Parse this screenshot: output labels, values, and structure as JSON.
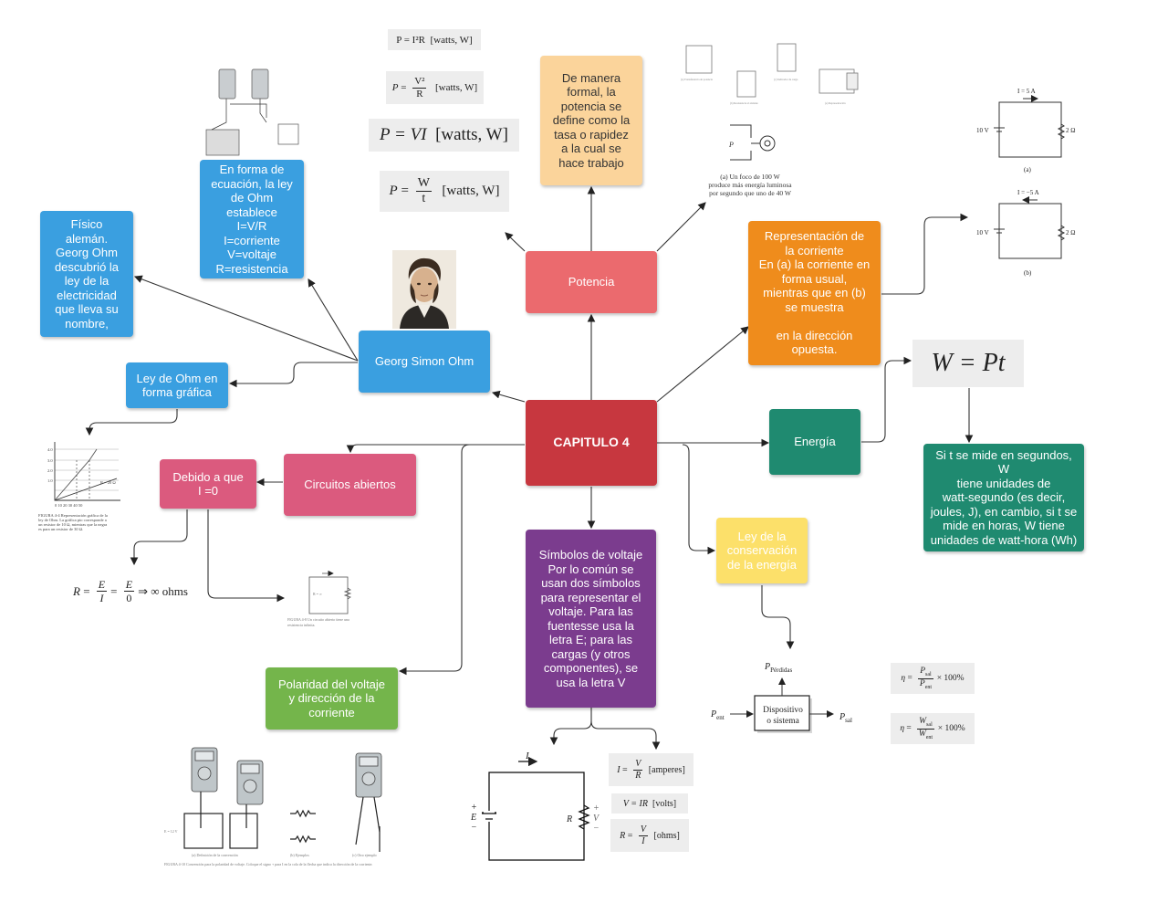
{
  "central": "CAPITULO 4",
  "nodes": {
    "potencia": "Potencia",
    "potencia_def": "De manera\nformal, la\npotencia se\ndefine como la\ntasa o rapidez\na la cual se\nhace trabajo",
    "ohm": "Georg Simon Ohm",
    "ohm_eq": "En forma de\necuación, la ley\nde Ohm\nestablece\nI=V/R\nI=corriente\nV=voltaje\nR=resistencia",
    "ohm_bio": "Físico\nalemán.\nGeorg Ohm\ndescubrió la\nley de la\nelectricidad\nque lleva su\nnombre,",
    "ohm_graph": "Ley de Ohm en\nforma gráfica",
    "circuitos": "Circuitos abiertos",
    "debido": "Debido a que\nI =0",
    "polaridad": "Polaridad del voltaje\ny dirección de la\ncorriente",
    "simbolos": "Símbolos de voltaje\nPor lo común se\nusan dos símbolos\npara representar el\nvoltaje. Para las\nfuentesse usa la\nletra E; para las\ncargas (y otros\ncomponentes), se\nusa la letra V",
    "conservacion": "Ley de la\nconservación\nde la energía",
    "energia": "Energía",
    "energia_def": "Si t se mide en segundos, W\ntiene unidades de\nwatt-segundo (es decir,\njoules, J), en cambio, si t se\nmide en horas, W tiene\nunidades de watt-hora (Wh)",
    "representacion": "Representación de\nla corriente\nEn (a) la corriente en\nforma usual,\nmientras que en (b)\nse muestra\n\nen la dirección\nopuesta."
  },
  "formulas": {
    "p_i2r_lhs": "P = I²R",
    "p_i2r_unit": "[watts, W]",
    "p_v2r_num": "V²",
    "p_v2r_den": "R",
    "p_v2r_unit": "[watts, W]",
    "p_vi": "P = VI",
    "p_vi_unit": "[watts, W]",
    "p_wt_num": "W",
    "p_wt_den": "t",
    "p_wt_unit": "[watts, W]",
    "w_pt": "W = Pt",
    "r_open": "⇒ ∞ ohms",
    "i_vr_unit": "[amperes]",
    "v_ir": "V = IR",
    "v_ir_unit": "[volts]",
    "r_vi_unit": "[ohms]",
    "eta_unit": "× 100%"
  },
  "labels": {
    "bulb_caption": "(a) Un foco de 100 W\nproduce más energía luminosa\npor segundo que uno de 40 W",
    "cur_a_top": "I = 5 A",
    "cur_b_top": "I = −5 A",
    "cur_v": "10 V",
    "cur_r": "2 Ω",
    "cur_a": "(a)",
    "cur_b": "(b)",
    "dispositivo": "Dispositivo\no sistema",
    "p_perdidas": "Pérdidas",
    "p_ent": "ent",
    "p_sal": "sal",
    "graph_fig": "FIGURA 4-4   Representación gráfica de la ley de Ohm. La gráfica pto correponde a un resistor de 10 Ω, mientras que la negra es para un resistor de 30 Ω.",
    "open_fig": "FIGURA 4-8   Un circuito abierto tiene una resistencia infinita.",
    "polar_fig": "FIGURA 4-10   Convención para la polaridad de voltaje. Coloque el signo + para I en la cola de la flecha que indica la dirección de la corriente.",
    "polar_a": "(a) Definición de la convención",
    "polar_b": "(b) Ejemplos",
    "polar_c": "(c) Otro ejemplo"
  }
}
